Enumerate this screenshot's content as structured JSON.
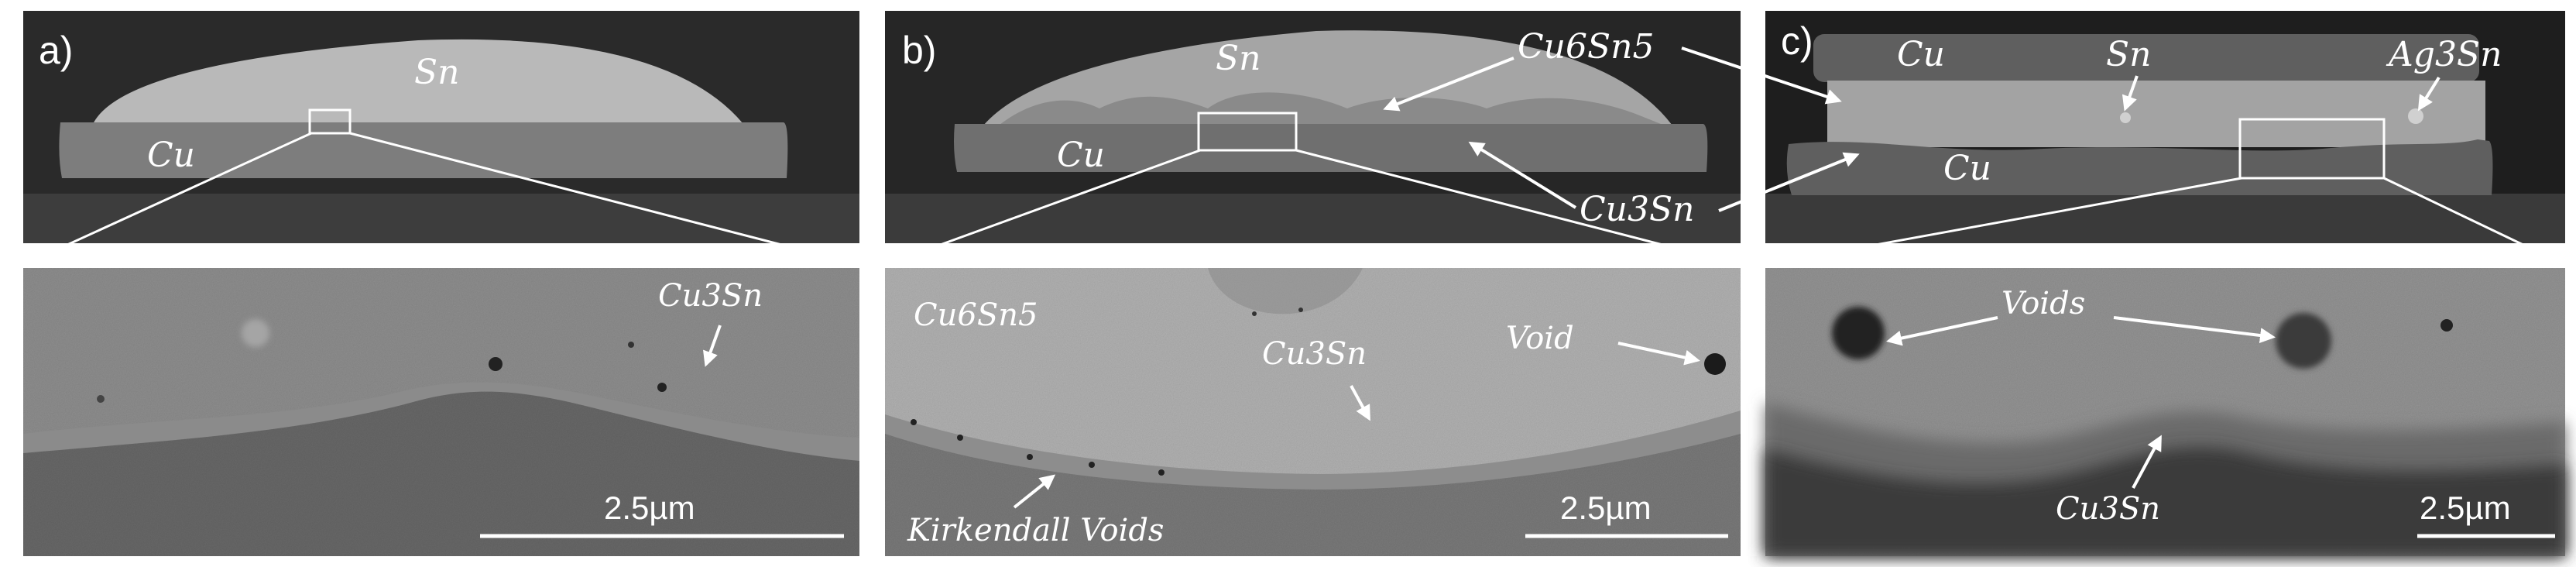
{
  "panels": [
    {
      "letter": "a)",
      "top_labels": {
        "sn": "Sn",
        "cu": "Cu"
      },
      "bottom_labels": {
        "cu3sn": "Cu3Sn"
      },
      "scale_bar": "2.5µm"
    },
    {
      "letter": "b)",
      "top_labels": {
        "sn": "Sn",
        "cu": "Cu",
        "cu6sn5": "Cu6Sn5",
        "cu3sn": "Cu3Sn"
      },
      "bottom_labels": {
        "cu6sn5": "Cu6Sn5",
        "cu3sn": "Cu3Sn",
        "void": "Void",
        "kirkendall": "Kirkendall Voids"
      },
      "scale_bar": "2.5µm"
    },
    {
      "letter": "c)",
      "top_labels": {
        "cu_top": "Cu",
        "sn": "Sn",
        "ag3sn": "Ag3Sn",
        "cu_bottom": "Cu"
      },
      "bottom_labels": {
        "voids": "Voids",
        "cu3sn": "Cu3Sn"
      },
      "scale_bar": "2.5µm"
    }
  ]
}
